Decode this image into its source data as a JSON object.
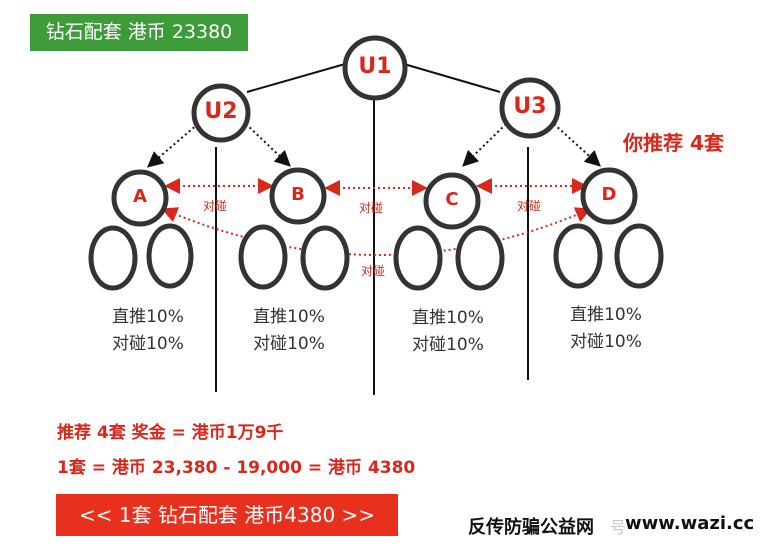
{
  "banner": {
    "text": "钻石配套 港币 23380"
  },
  "nodes": {
    "u1": "U1",
    "u2": "U2",
    "u3": "U3",
    "a": "A",
    "b": "B",
    "c": "C",
    "d": "D"
  },
  "duipeng_label": "对碰",
  "recommend": "你推荐 4套",
  "group_labels": [
    {
      "line1": "直推10%",
      "line2": "对碰10%"
    },
    {
      "line1": "直推10%",
      "line2": "对碰10%"
    },
    {
      "line1": "直推10%",
      "line2": "对碰10%"
    },
    {
      "line1": "直推10%",
      "line2": "对碰10%"
    }
  ],
  "calc": {
    "line1": "推荐 4套 奖金 = 港币1万9千",
    "line2": "1套 = 港币 23,380 - 19,000 = 港币 4380"
  },
  "bottom_button": "<< 1套 钻石配套 港币4380 >>",
  "watermark": {
    "text": "反传防骗公益网",
    "faded": "号",
    "url": "www.wazi.cc"
  },
  "colors": {
    "green": "#3e9b3a",
    "red": "#d9271c",
    "button_red": "#e8301f"
  }
}
